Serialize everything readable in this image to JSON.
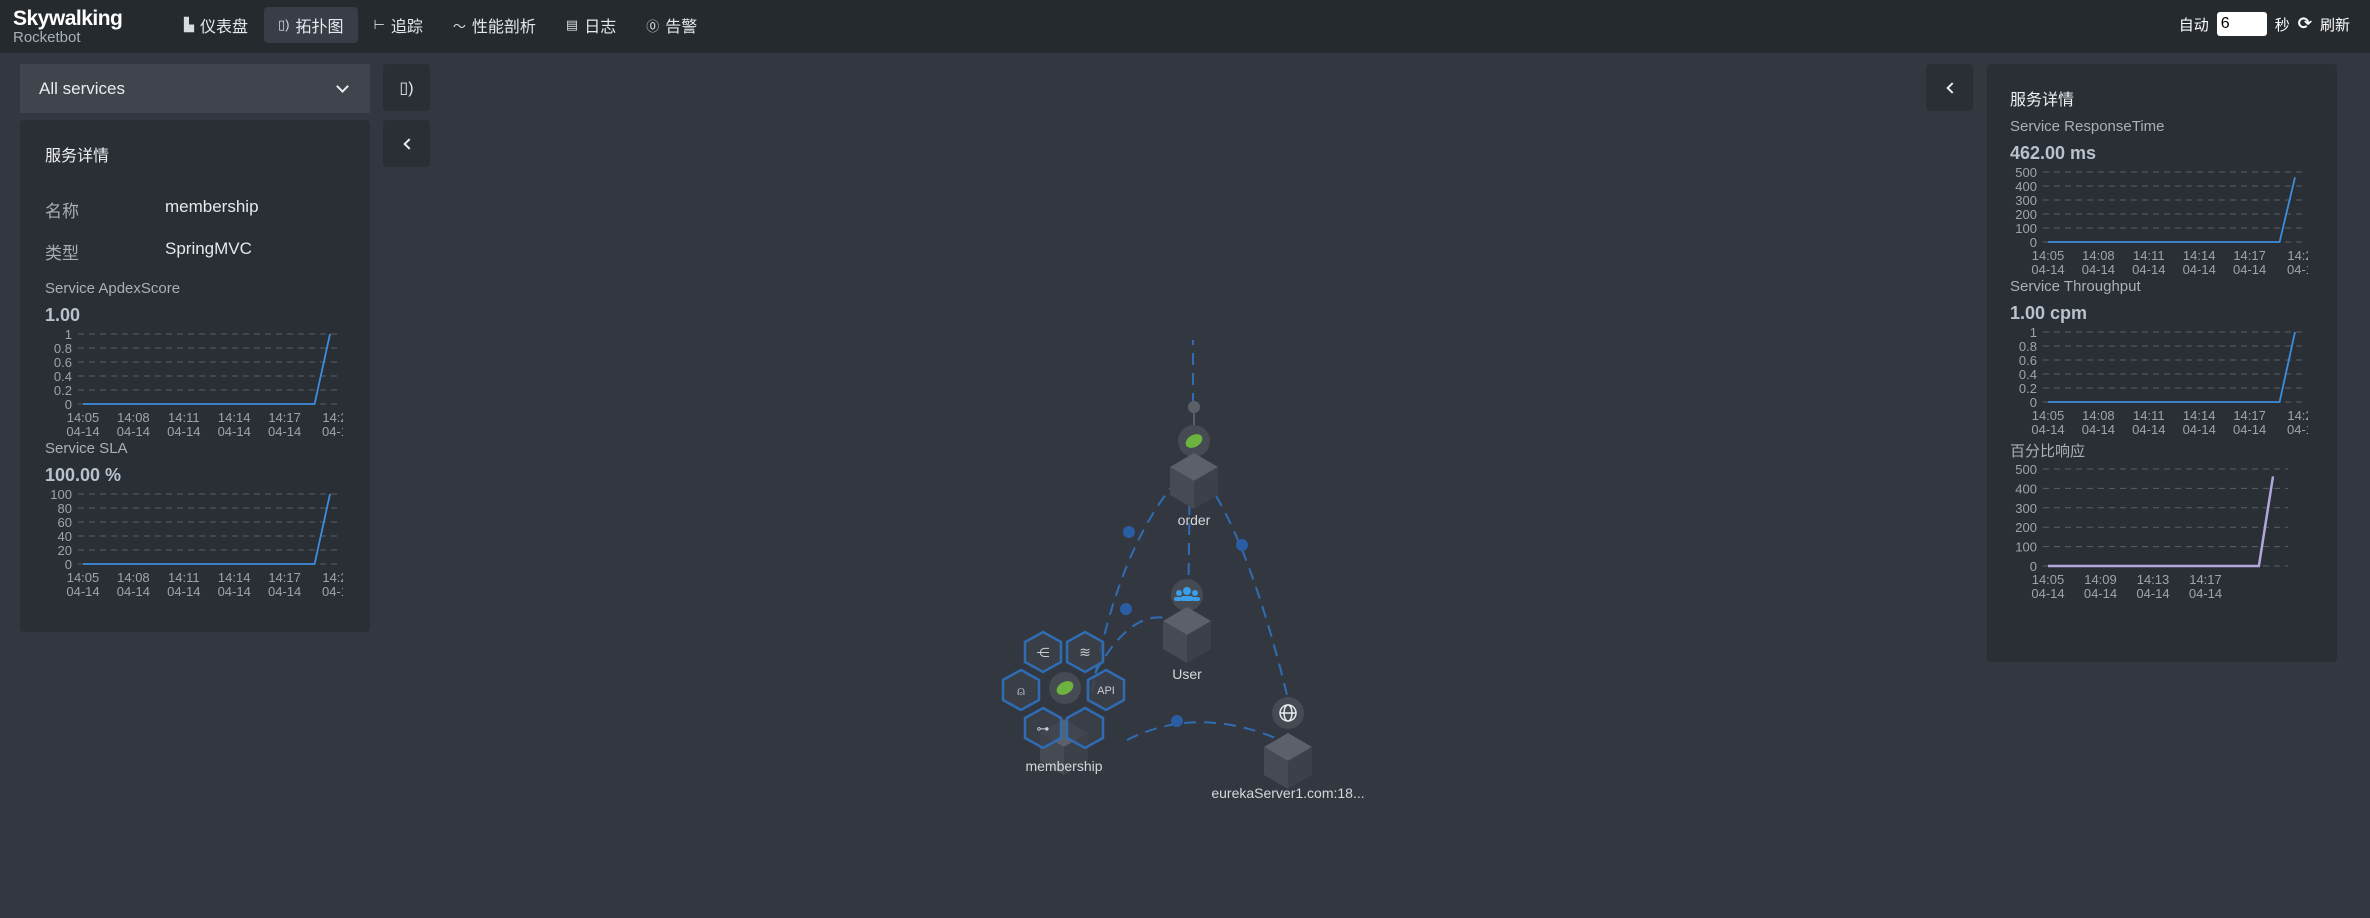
{
  "header": {
    "logo": "Skywalking",
    "logo_sub": "Rocketbot",
    "nav": [
      {
        "label": "仪表盘",
        "icon": "bar-chart-icon"
      },
      {
        "label": "拓扑图",
        "icon": "topology-icon",
        "active": true
      },
      {
        "label": "追踪",
        "icon": "trace-icon"
      },
      {
        "label": "性能剖析",
        "icon": "profile-icon"
      },
      {
        "label": "日志",
        "icon": "log-icon"
      },
      {
        "label": "告警",
        "icon": "alarm-icon"
      }
    ],
    "auto_label": "自动",
    "auto_interval": "6",
    "seconds_label": "秒",
    "refresh_label": "刷新"
  },
  "left": {
    "service_select": "All services",
    "panel_title": "服务详情",
    "name_label": "名称",
    "name_value": "membership",
    "type_label": "类型",
    "type_value": "SpringMVC",
    "apdex_label": "Service ApdexScore",
    "apdex_value": "1.00",
    "sla_label": "Service SLA",
    "sla_value": "100.00 %"
  },
  "right": {
    "panel_title": "服务详情",
    "rt_label": "Service ResponseTime",
    "rt_value": "462.00 ms",
    "tp_label": "Service Throughput",
    "tp_value": "1.00 cpm",
    "pct_label": "百分比响应"
  },
  "topology": {
    "nodes": [
      {
        "name": "order",
        "icon": "spring-leaf-icon"
      },
      {
        "name": "User",
        "icon": "users-icon"
      },
      {
        "name": "membership",
        "icon": "spring-leaf-icon"
      },
      {
        "name": "eurekaServer1.com:18...",
        "icon": "globe-icon"
      }
    ],
    "hex_menu": [
      "tree-icon",
      "layers-icon",
      "alarm-icon",
      "api-icon",
      "share-icon",
      "empty"
    ]
  },
  "chart_data": [
    {
      "type": "line",
      "title": "Service ApdexScore",
      "categories": [
        "14:05\n04-14",
        "14:08\n04-14",
        "14:11\n04-14",
        "14:14\n04-14",
        "14:17\n04-14",
        "14:2\n04-1"
      ],
      "values": [
        0,
        0,
        0,
        0,
        0,
        0,
        0,
        0,
        0,
        0,
        0,
        0,
        0,
        0,
        0,
        0,
        1
      ],
      "yticks": [
        "0",
        "0.2",
        "0.4",
        "0.6",
        "0.8",
        "1"
      ],
      "ylim": [
        0,
        1
      ],
      "color": "#3d8ddb"
    },
    {
      "type": "line",
      "title": "Service SLA",
      "categories": [
        "14:05\n04-14",
        "14:08\n04-14",
        "14:11\n04-14",
        "14:14\n04-14",
        "14:17\n04-14",
        "14:2\n04-1"
      ],
      "values": [
        0,
        0,
        0,
        0,
        0,
        0,
        0,
        0,
        0,
        0,
        0,
        0,
        0,
        0,
        0,
        0,
        100
      ],
      "yticks": [
        "0",
        "20",
        "40",
        "60",
        "80",
        "100"
      ],
      "ylim": [
        0,
        100
      ],
      "color": "#3d8ddb"
    },
    {
      "type": "line",
      "title": "Service ResponseTime",
      "categories": [
        "14:05\n04-14",
        "14:08\n04-14",
        "14:11\n04-14",
        "14:14\n04-14",
        "14:17\n04-14",
        "14:2\n04-1"
      ],
      "values": [
        0,
        0,
        0,
        0,
        0,
        0,
        0,
        0,
        0,
        0,
        0,
        0,
        0,
        0,
        0,
        0,
        462
      ],
      "yticks": [
        "0",
        "100",
        "200",
        "300",
        "400",
        "500"
      ],
      "ylim": [
        0,
        500
      ],
      "color": "#3d8ddb"
    },
    {
      "type": "line",
      "title": "Service Throughput",
      "categories": [
        "14:05\n04-14",
        "14:08\n04-14",
        "14:11\n04-14",
        "14:14\n04-14",
        "14:17\n04-14",
        "14:2\n04-1"
      ],
      "values": [
        0,
        0,
        0,
        0,
        0,
        0,
        0,
        0,
        0,
        0,
        0,
        0,
        0,
        0,
        0,
        0,
        1
      ],
      "yticks": [
        "0",
        "0.2",
        "0.4",
        "0.6",
        "0.8",
        "1"
      ],
      "ylim": [
        0,
        1
      ],
      "color": "#3d8ddb"
    },
    {
      "type": "line",
      "title": "百分比响应",
      "categories": [
        "14:05\n04-14",
        "14:09\n04-14",
        "14:13\n04-14",
        "14:17\n04-14"
      ],
      "values": [
        0,
        0,
        0,
        0,
        0,
        0,
        0,
        0,
        0,
        0,
        0,
        0,
        0,
        0,
        0,
        0,
        462
      ],
      "yticks": [
        "0",
        "100",
        "200",
        "300",
        "400",
        "500"
      ],
      "ylim": [
        0,
        500
      ],
      "color": "#b3a6dc"
    }
  ]
}
